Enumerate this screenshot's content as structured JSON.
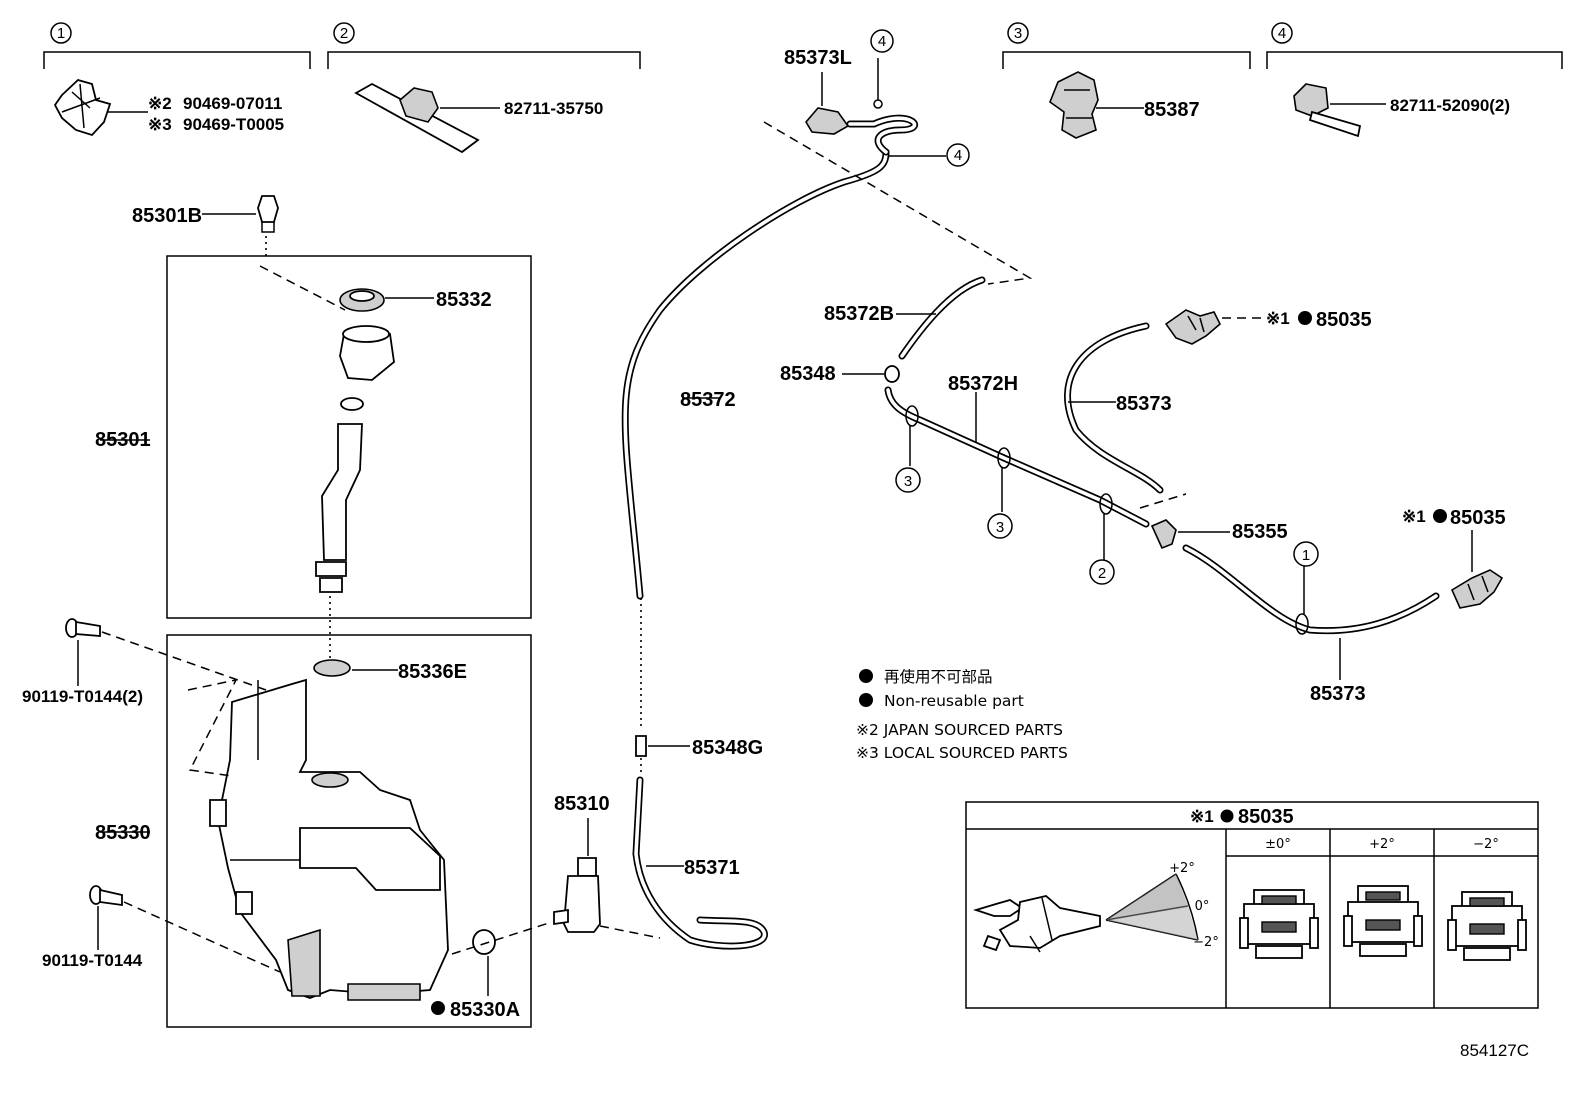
{
  "groups": [
    {
      "num": "1",
      "part1_prefix": "※2",
      "part1": "90469-07011",
      "part2_prefix": "※3",
      "part2": "90469-T0005"
    },
    {
      "num": "2",
      "part": "82711-35750"
    },
    {
      "num": "3",
      "part": "85387"
    },
    {
      "num": "4",
      "part": "82711-52090(2)"
    }
  ],
  "labels": {
    "p85373L": "85373L",
    "p85301B": "85301B",
    "p85332": "85332",
    "p85301": "85301",
    "p85372": "85372",
    "p85372B": "85372B",
    "p85348": "85348",
    "p85372H": "85372H",
    "p85373a": "85373",
    "p85035a": "85035",
    "p85035b": "85035",
    "p85355": "85355",
    "p85373b": "85373",
    "p90119a": "90119-T0144(2)",
    "p85336E": "85336E",
    "p85348G": "85348G",
    "p85330": "85330",
    "p85310": "85310",
    "p85371": "85371",
    "p90119b": "90119-T0144",
    "p85330A": "85330A",
    "note_mark": "※1"
  },
  "callouts": {
    "c1": "1",
    "c2": "2",
    "c3": "3",
    "c4": "4"
  },
  "legend": {
    "jp": "再使用不可部品",
    "en": "Non-reusable part",
    "japan": "※2 JAPAN SOURCED PARTS",
    "local": "※3 LOCAL SOURCED PARTS"
  },
  "table": {
    "title_prefix": "※1",
    "title_part": "85035",
    "col1": "±0°",
    "col2": "+2°",
    "col3": "−2°",
    "ang_plus": "+2°",
    "ang_zero": "0°",
    "ang_minus": "−2°"
  },
  "figure_code": "854127C"
}
